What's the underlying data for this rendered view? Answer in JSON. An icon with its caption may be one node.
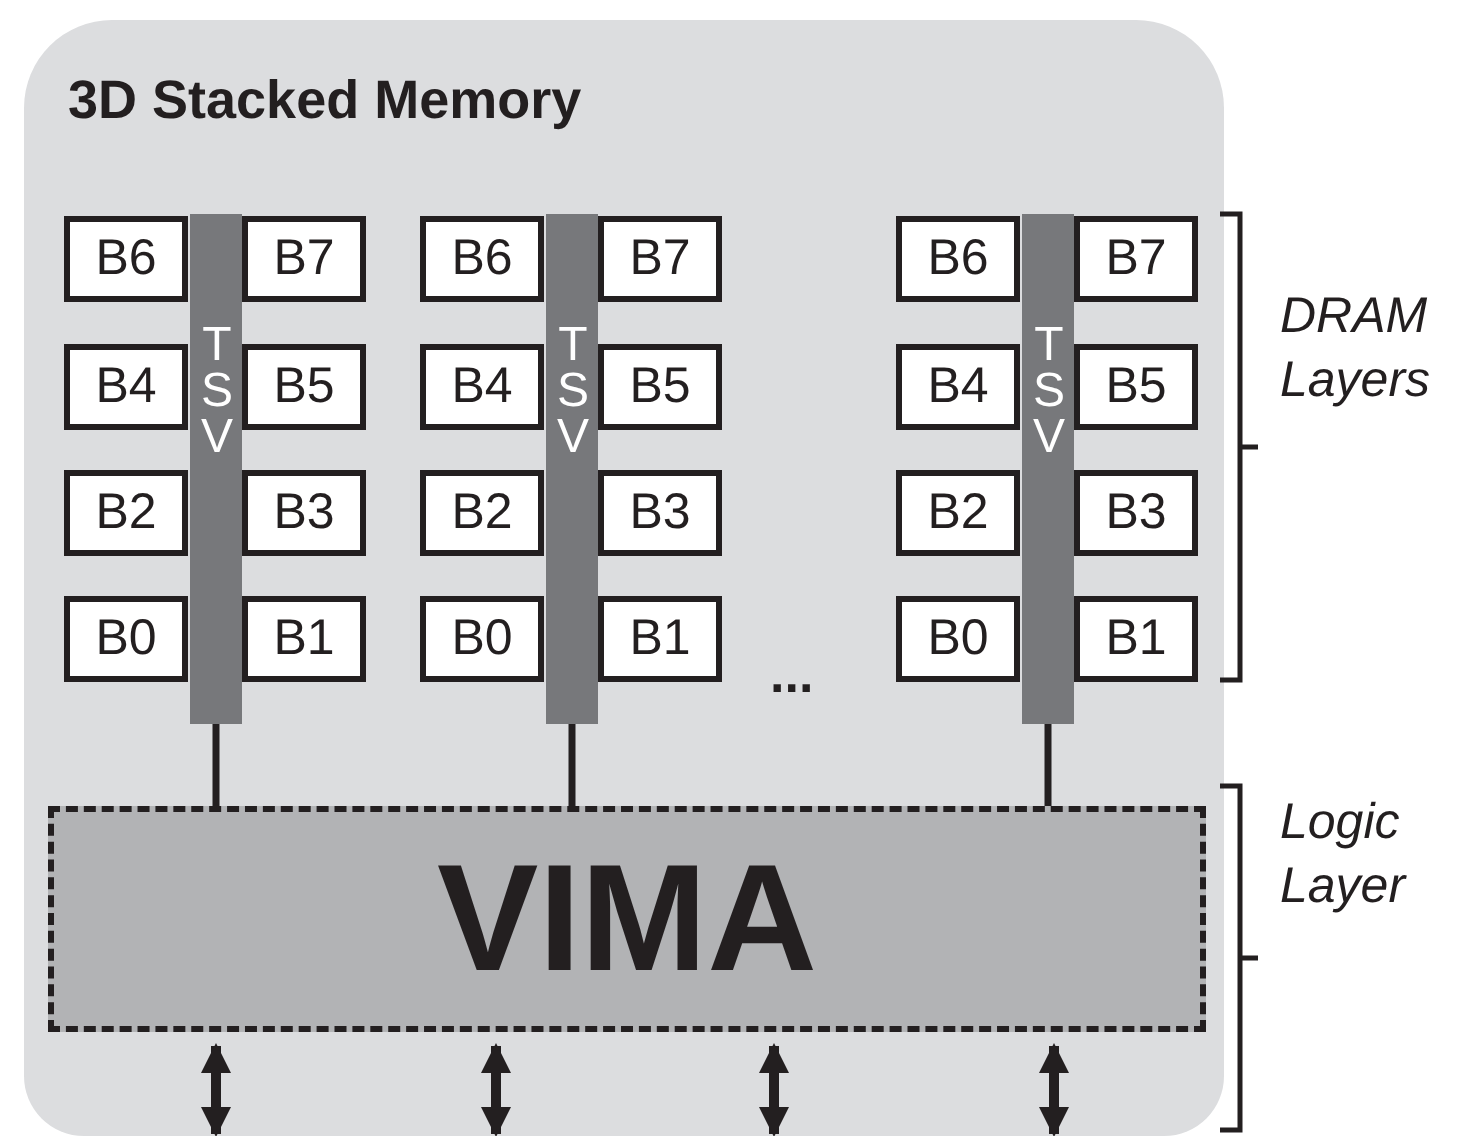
{
  "diagram": {
    "nodes": [
      {
        "text": [
          "3D Stacked Memory"
        ]
      },
      {
        "text": [
          "B6"
        ],
        "in": 0
      },
      {
        "text": [
          "B7"
        ],
        "in": 0
      },
      {
        "text": [
          "B4"
        ],
        "in": 0
      },
      {
        "text": [
          "B5"
        ],
        "in": 0
      },
      {
        "text": [
          "B2"
        ],
        "in": 0
      },
      {
        "text": [
          "B3"
        ],
        "in": 0
      },
      {
        "text": [
          "B0"
        ],
        "in": 0
      },
      {
        "text": [
          "B1"
        ],
        "in": 0
      },
      {
        "text": [
          "TSV"
        ],
        "in": 0
      },
      {
        "text": [
          "B6"
        ],
        "in": 0
      },
      {
        "text": [
          "B7"
        ],
        "in": 0
      },
      {
        "text": [
          "B4"
        ],
        "in": 0
      },
      {
        "text": [
          "B5"
        ],
        "in": 0
      },
      {
        "text": [
          "B2"
        ],
        "in": 0
      },
      {
        "text": [
          "B3"
        ],
        "in": 0
      },
      {
        "text": [
          "B0"
        ],
        "in": 0
      },
      {
        "text": [
          "B1"
        ],
        "in": 0
      },
      {
        "text": [
          "TSV"
        ],
        "in": 0
      },
      {
        "text": [
          "B6"
        ],
        "in": 0
      },
      {
        "text": [
          "B7"
        ],
        "in": 0
      },
      {
        "text": [
          "B4"
        ],
        "in": 0
      },
      {
        "text": [
          "B5"
        ],
        "in": 0
      },
      {
        "text": [
          "B2"
        ],
        "in": 0
      },
      {
        "text": [
          "B3"
        ],
        "in": 0
      },
      {
        "text": [
          "B0"
        ],
        "in": 0
      },
      {
        "text": [
          "B1"
        ],
        "in": 0
      },
      {
        "text": [
          "TSV"
        ],
        "in": 0
      },
      {
        "text": [
          "VIMA"
        ],
        "in": 0
      }
    ],
    "edges": [
      {
        "from": 9,
        "to": 28,
        "arrow": "none"
      },
      {
        "from": 18,
        "to": 28,
        "arrow": "none"
      },
      {
        "from": 27,
        "to": 28,
        "arrow": "none"
      },
      {
        "from": 28,
        "to": null,
        "arrow": "both"
      },
      {
        "from": 28,
        "to": null,
        "arrow": "both"
      },
      {
        "from": 28,
        "to": null,
        "arrow": "both"
      },
      {
        "from": 28,
        "to": null,
        "arrow": "both"
      }
    ],
    "labels": [
      "...",
      "DRAM Layers",
      "Logic Layer"
    ]
  }
}
